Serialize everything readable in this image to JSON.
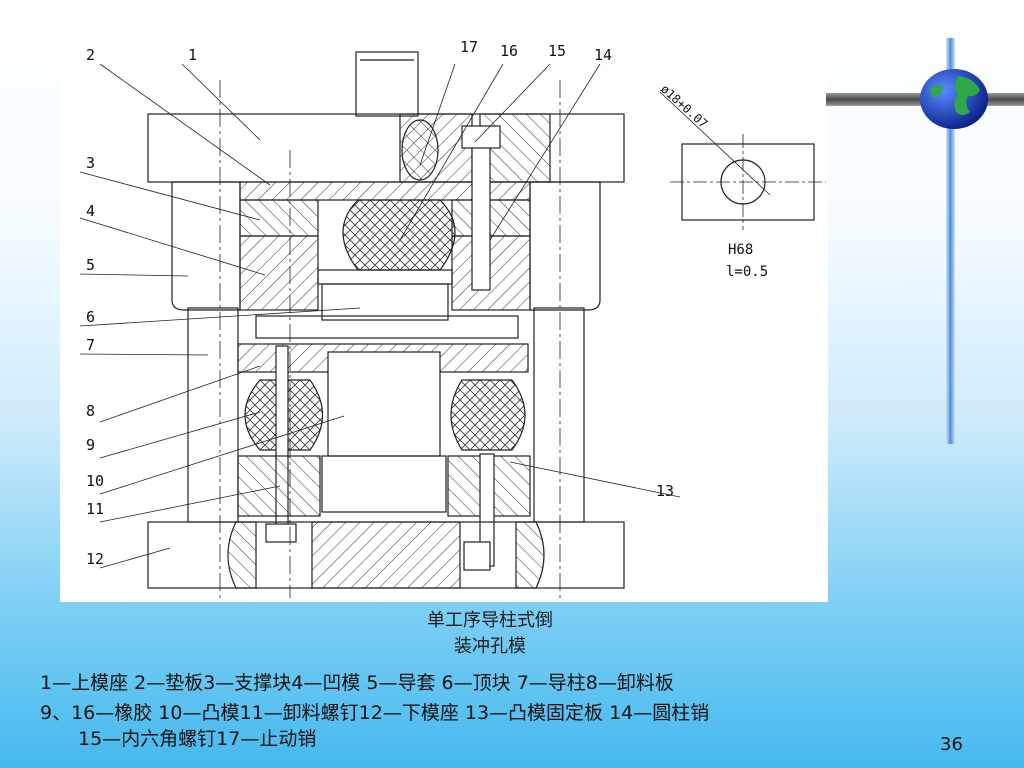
{
  "callouts": [
    "1",
    "2",
    "3",
    "4",
    "5",
    "6",
    "7",
    "8",
    "9",
    "10",
    "11",
    "12",
    "13",
    "14",
    "15",
    "16",
    "17"
  ],
  "detail": {
    "tolerance": "ø18+0.07",
    "fit": "H68",
    "length": "l=0.5"
  },
  "caption": {
    "line1": "单工序导柱式倒",
    "line2": "装冲孔模"
  },
  "legend": {
    "line1": "1—上模座 2—垫板3—支撑块4—凹模 5—导套 6—顶块 7—导柱8—卸料板",
    "line2": "9、16—橡胶 10—凸模11—卸料螺钉12—下模座 13—凸模固定板 14—圆柱销",
    "line3": "15—内六角螺钉17—止动销"
  },
  "page_number": "36",
  "colors": {
    "line": "#222222",
    "hatch": "#333333",
    "globe_ocean": "#1f3fd0",
    "globe_land": "#2fa84a"
  }
}
